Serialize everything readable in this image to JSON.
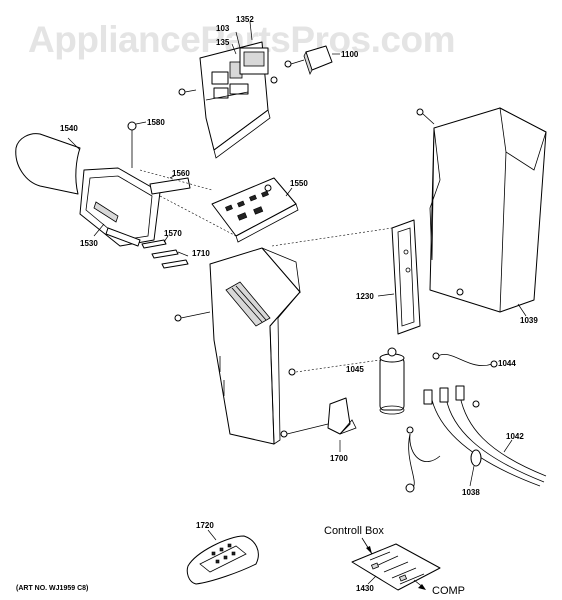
{
  "watermark": "AppliancePartsPros.com",
  "parts": {
    "p1352": "1352",
    "p103": "103",
    "p135": "135",
    "p1100": "1100",
    "p1540": "1540",
    "p1580": "1580",
    "p1560": "1560",
    "p1550": "1550",
    "p1530": "1530",
    "p1570": "1570",
    "p1710": "1710",
    "p1230": "1230",
    "p1039": "1039",
    "p1045": "1045",
    "p1044": "1044",
    "p1042": "1042",
    "p1700": "1700",
    "p1038": "1038",
    "p1720": "1720",
    "p1430": "1430"
  },
  "callouts": {
    "control_box": "Controll Box",
    "comp": "COMP"
  },
  "art_number": "(ART NO. WJ1959 C8)"
}
